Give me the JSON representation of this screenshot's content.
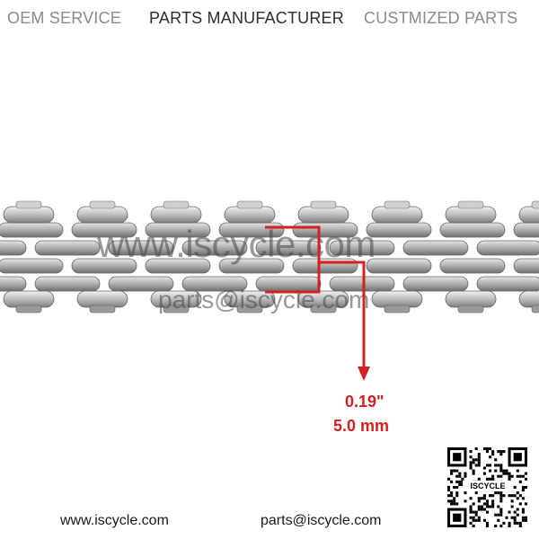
{
  "header": {
    "oem": "OEM SERVICE",
    "parts": "PARTS MANUFACTURER",
    "custom": "CUSTMIZED PARTS"
  },
  "watermark": {
    "website": "www.iscycle.com",
    "email": "parts@iscycle.com"
  },
  "dimension": {
    "inches": "0.19\"",
    "mm": "5.0 mm",
    "color": "#d42020"
  },
  "qr": {
    "brand": "ISCYCLE"
  },
  "footer": {
    "website": "www.iscycle.com",
    "email": "parts@iscycle.com"
  },
  "colors": {
    "plate": "#b9b9b9",
    "plate_dark": "#7a7a7a",
    "accent": "#d42020"
  }
}
